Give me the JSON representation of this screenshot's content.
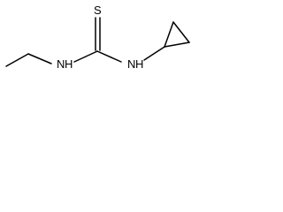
{
  "molecule": {
    "atoms": {
      "sulfur": "S",
      "nitrogen_left": "N",
      "nitrogen_left_h": "H",
      "nitrogen_right": "N",
      "nitrogen_right_h": "H"
    },
    "colors": {
      "line": "#000000",
      "background": "#ffffff"
    }
  }
}
